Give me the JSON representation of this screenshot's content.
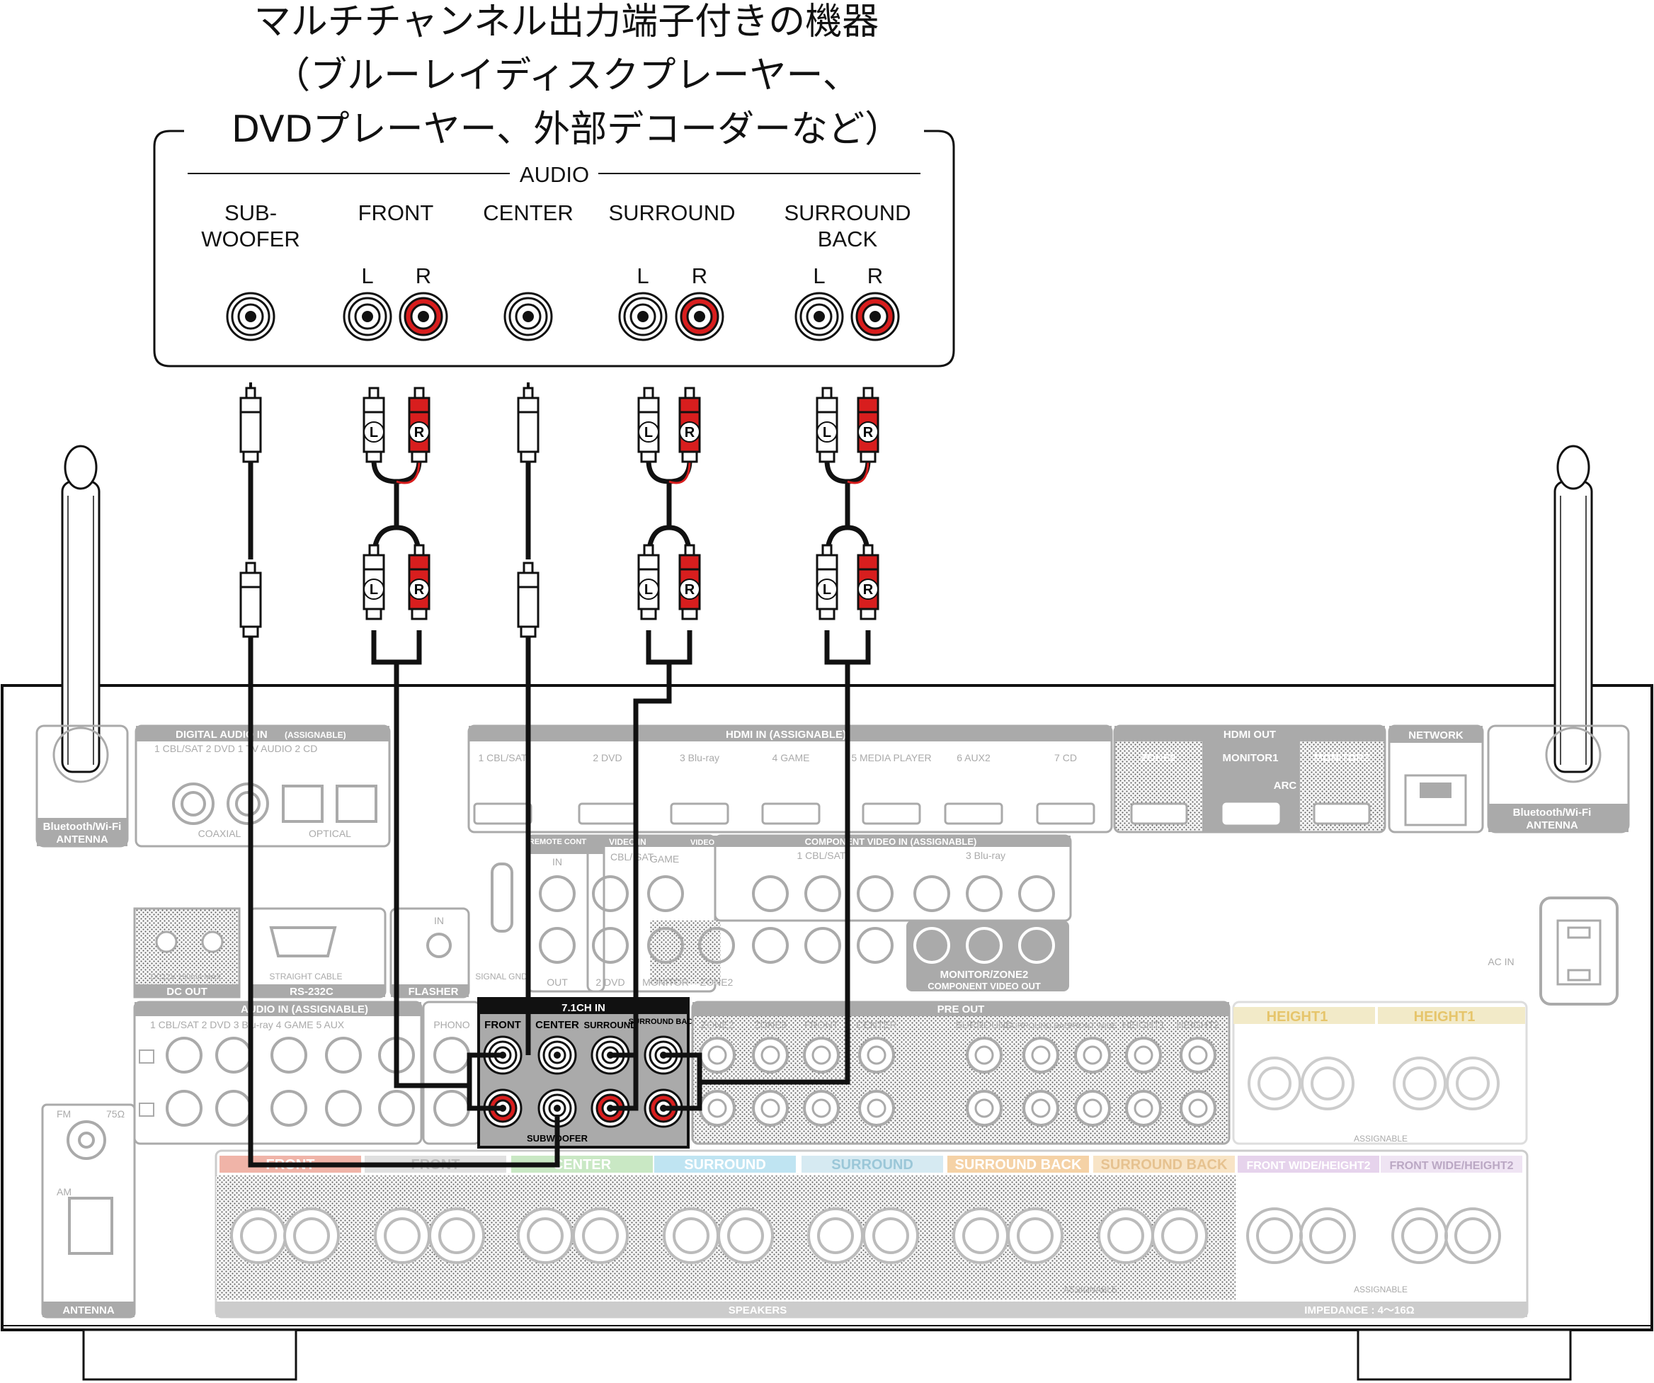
{
  "device": {
    "title_line1": "マルチチャンネル出力端子付きの機器",
    "title_line2": "（ブルーレイディスクプレーヤー、",
    "title_line3": "DVDプレーヤー、外部デコーダーなど）",
    "audio_label": "AUDIO",
    "channels": {
      "subwoofer_1": "SUB-",
      "subwoofer_2": "WOOFER",
      "front": "FRONT",
      "center": "CENTER",
      "surround": "SURROUND",
      "surround_back_1": "SURROUND",
      "surround_back_2": "BACK"
    },
    "left": "L",
    "right": "R"
  },
  "plugs": {
    "left": "L",
    "right": "R"
  },
  "receiver": {
    "antenna_label_1": "Bluetooth/Wi-Fi",
    "antenna_label_2": "ANTENNA",
    "digital_audio_in": "DIGITAL AUDIO IN",
    "assignable": "(ASSIGNABLE)",
    "digital_sub": "1 CBL/SAT   2 DVD   1 TV AUDIO   2 CD",
    "coaxial": "COAXIAL",
    "optical": "OPTICAL",
    "hdmi_in": "HDMI IN (ASSIGNABLE)",
    "hdmi_inputs": [
      "1 CBL/SAT",
      "2 DVD",
      "3 Blu-ray",
      "4 GAME",
      "5 MEDIA PLAYER",
      "6 AUX2",
      "7 CD"
    ],
    "hdmi_out": "HDMI OUT",
    "hdmi_outputs": [
      "ZONE2",
      "MONITOR1",
      "MONITOR2"
    ],
    "arc": "ARC",
    "network": "NETWORK",
    "remote_control": "REMOTE CONTROL",
    "in": "IN",
    "out": "OUT",
    "video_in": "VIDEO IN",
    "video_out": "VIDEO OUT",
    "component_video_in": "COMPONENT VIDEO IN (ASSIGNABLE)",
    "component_sub_1": "1 CBL/SAT",
    "component_sub_2": "3 Blu-ray",
    "cbl_sat": "CBL/ SAT",
    "dvd": "2 DVD",
    "game": "GAME",
    "monitor": "MONITOR",
    "zone2": "ZONE2",
    "monitor_zone2": "MONITOR/ZONE2",
    "component_video_out": "COMPONENT VIDEO OUT",
    "ac_in": "AC IN",
    "dc_out": "DC OUT",
    "dc_spec": "DC12V 150mA MAX.",
    "rs232c": "RS-232C",
    "straight_cable": "STRAIGHT CABLE",
    "flasher": "FLASHER",
    "signal_gnd": "SIGNAL GND",
    "audio_in_assignable": "AUDIO IN (ASSIGNABLE)",
    "audio_in_sub": "1 CBL/SAT  2 DVD  3 Blu-ray  4 GAME  5 AUX",
    "phono": "PHONO",
    "seven_ch_in": "7.1CH IN",
    "ch_front": "FRONT",
    "ch_center": "CENTER",
    "ch_surround": "SURROUND",
    "ch_surround_back": "SURROUND BACK",
    "ch_subwoofer": "SUBWOOFER",
    "pre_out": "PRE OUT",
    "pre_out_labels": [
      "ZONE2",
      "ZONE3",
      "FRONT",
      "CENTER",
      "SURROUND",
      "SURROUND BACK",
      "FRONT WIDE",
      "HEIGHT1",
      "HEIGHT2"
    ],
    "fm": "FM",
    "fm_ohm": "75Ω",
    "am": "AM",
    "antenna": "ANTENNA",
    "height1_r": "HEIGHT1",
    "height1_l": "HEIGHT1",
    "speaker_labels": [
      "FRONT",
      "FRONT",
      "CENTER",
      "SURROUND",
      "SURROUND",
      "SURROUND BACK",
      "SURROUND BACK",
      "FRONT WIDE/HEIGHT2",
      "FRONT WIDE/HEIGHT2"
    ],
    "speakers": "SPEAKERS",
    "impedance": "IMPEDANCE : 4～16Ω",
    "assignable_word": "ASSIGNABLE",
    "colors": {
      "red": "#d81e1e",
      "gray": "#aaaaaa"
    }
  }
}
